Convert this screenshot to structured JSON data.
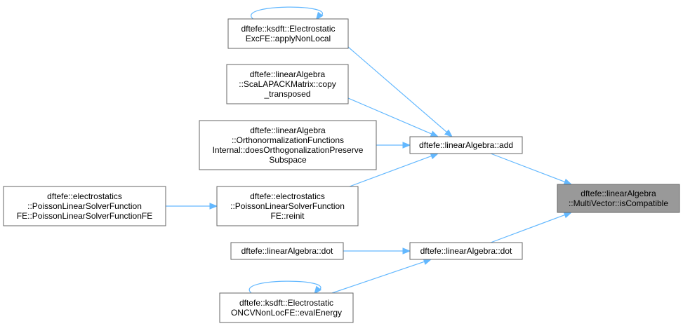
{
  "diagram": {
    "nodes": [
      {
        "id": "is_compatible",
        "focus": true,
        "lines": [
          "dftefe::linearAlgebra",
          "::MultiVector::isCompatible"
        ]
      },
      {
        "id": "add",
        "focus": false,
        "lines": [
          "dftefe::linearAlgebra::add"
        ]
      },
      {
        "id": "dot_main",
        "focus": false,
        "lines": [
          "dftefe::linearAlgebra::dot"
        ]
      },
      {
        "id": "apply_nonlocal",
        "focus": false,
        "lines": [
          "dftefe::ksdft::Electrostatic",
          "ExcFE::applyNonLocal"
        ]
      },
      {
        "id": "copy_transposed",
        "focus": false,
        "lines": [
          "dftefe::linearAlgebra",
          "::ScaLAPACKMatrix::copy",
          "_transposed"
        ]
      },
      {
        "id": "does_orthogonalization",
        "focus": false,
        "lines": [
          "dftefe::linearAlgebra",
          "::OrthonormalizationFunctions",
          "Internal::doesOrthogonalizationPreserve",
          "Subspace"
        ]
      },
      {
        "id": "reinit",
        "focus": false,
        "lines": [
          "dftefe::electrostatics",
          "::PoissonLinearSolverFunction",
          "FE::reinit"
        ]
      },
      {
        "id": "poisson_ctor",
        "focus": false,
        "lines": [
          "dftefe::electrostatics",
          "::PoissonLinearSolverFunction",
          "FE::PoissonLinearSolverFunctionFE"
        ]
      },
      {
        "id": "dot_caller",
        "focus": false,
        "lines": [
          "dftefe::linearAlgebra::dot"
        ]
      },
      {
        "id": "eval_energy",
        "focus": false,
        "lines": [
          "dftefe::ksdft::Electrostatic",
          "ONCVNonLocFE::evalEnergy"
        ]
      }
    ],
    "edges": [
      {
        "from": "is_compatible",
        "to": "add"
      },
      {
        "from": "is_compatible",
        "to": "dot_main"
      },
      {
        "from": "add",
        "to": "apply_nonlocal"
      },
      {
        "from": "add",
        "to": "copy_transposed"
      },
      {
        "from": "add",
        "to": "does_orthogonalization"
      },
      {
        "from": "add",
        "to": "reinit"
      },
      {
        "from": "reinit",
        "to": "poisson_ctor"
      },
      {
        "from": "dot_main",
        "to": "dot_caller"
      },
      {
        "from": "dot_main",
        "to": "eval_energy"
      },
      {
        "from": "apply_nonlocal",
        "to": "apply_nonlocal"
      },
      {
        "from": "eval_energy",
        "to": "eval_energy"
      }
    ]
  }
}
